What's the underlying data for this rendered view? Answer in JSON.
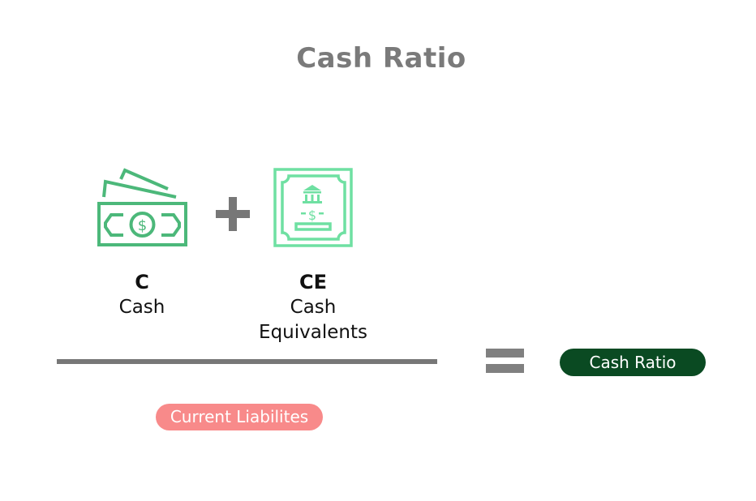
{
  "title": "Cash Ratio",
  "numerator": {
    "terms": [
      {
        "abbr": "C",
        "label": "Cash",
        "icon": "banknotes-icon",
        "icon_color": "#4cb87a"
      },
      {
        "abbr": "CE",
        "label_line1": "Cash",
        "label_line2": "Equivalents",
        "icon": "bank-certificate-icon",
        "icon_color": "#6fe0a2"
      }
    ],
    "operator": "+"
  },
  "denominator": {
    "label": "Current Liabilites",
    "color": "#f88a8a"
  },
  "equals": "=",
  "result": {
    "label": "Cash Ratio",
    "color": "#0a4a22"
  },
  "colors": {
    "title": "#7a7a7a",
    "operators": "#777777",
    "text": "#111111"
  }
}
